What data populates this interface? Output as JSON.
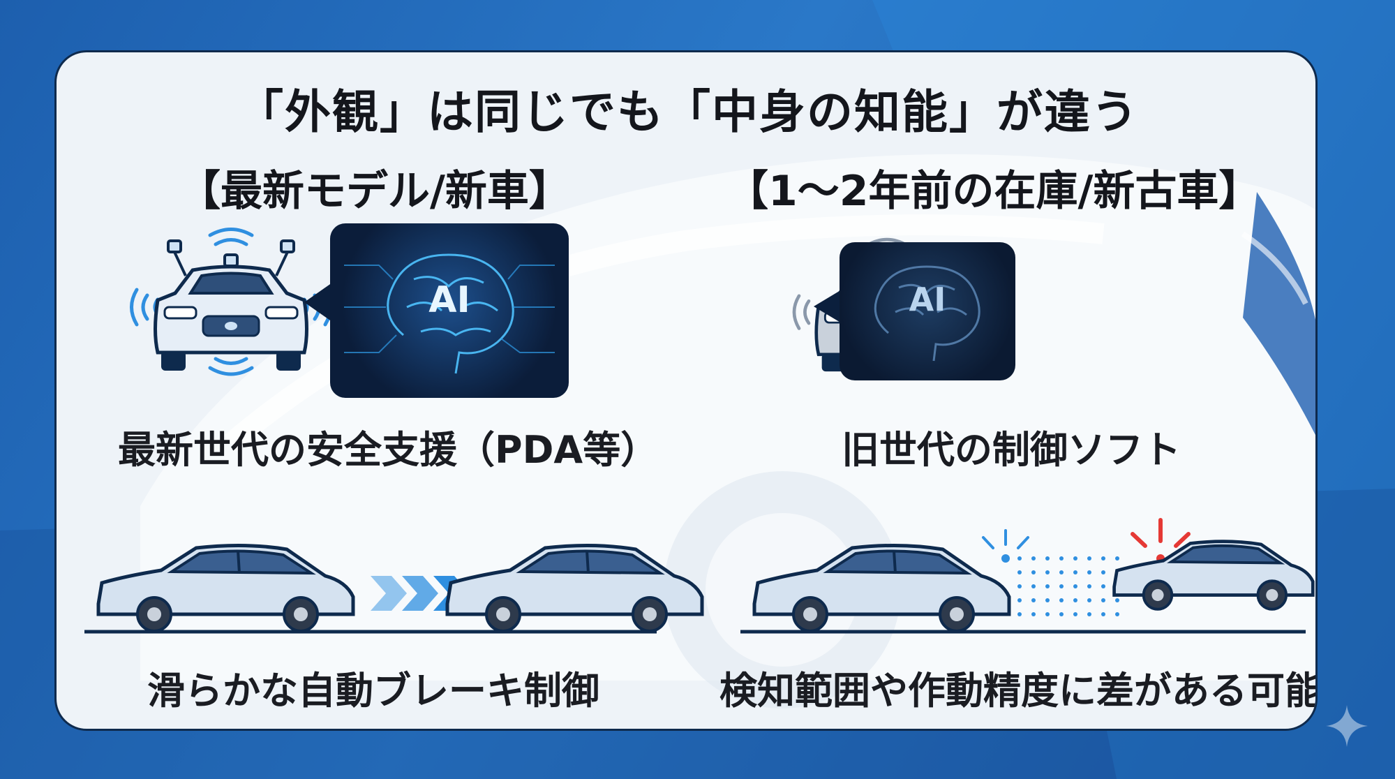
{
  "title": "「外観」は同じでも「中身の知能」が違う",
  "left": {
    "heading": "【最新モデル/新車】",
    "ai_label": "AI",
    "feature_caption": "最新世代の安全支援（PDA等）",
    "bottom_caption": "滑らかな自動ブレーキ制御"
  },
  "right": {
    "heading": "【1〜2年前の在庫/新古車】",
    "ai_label": "AI",
    "feature_caption": "旧世代の制御ソフト",
    "bottom_caption": "検知範囲や作動精度に差がある可能性"
  },
  "colors": {
    "background": "#1f66b8",
    "panel": "#eef3f8",
    "outline": "#0e2a4d",
    "ai_glow": "#4fc3ff",
    "alert": "#e53935",
    "arrow": "#2f8fe0"
  },
  "icons": [
    "car-front-icon",
    "wave-icon",
    "brain-icon",
    "car-side-icon",
    "arrow-chevrons-icon",
    "alert-burst-icon",
    "sparkle-icon"
  ]
}
